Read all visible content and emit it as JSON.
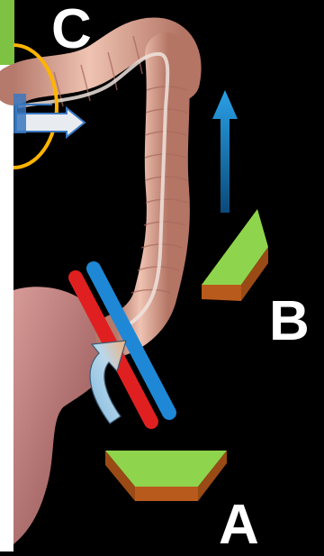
{
  "labels": {
    "a": "A",
    "b": "B",
    "c": "C"
  },
  "colors": {
    "background": "#000000",
    "left_strip": "#ffffff",
    "green_accent": "#7dc242",
    "bowel_tissue": "#e6b3a3",
    "bowel_shadow": "#b77a6d",
    "stomach_tissue": "#c98585",
    "artery": "#e02020",
    "vein": "#1e88d6",
    "lumen_outline": "#efe3dd",
    "peristalsis_arrow": "#6aa8d2",
    "direction_arrow": "#1e7bbf",
    "callout_circle": "#ffb400",
    "platform_top": "#8fd44d",
    "platform_side": "#b85a1c"
  },
  "icons": [
    "curved-arrow-icon",
    "up-arrow-icon",
    "double-arrow-icon",
    "magnifier-circle-icon"
  ]
}
